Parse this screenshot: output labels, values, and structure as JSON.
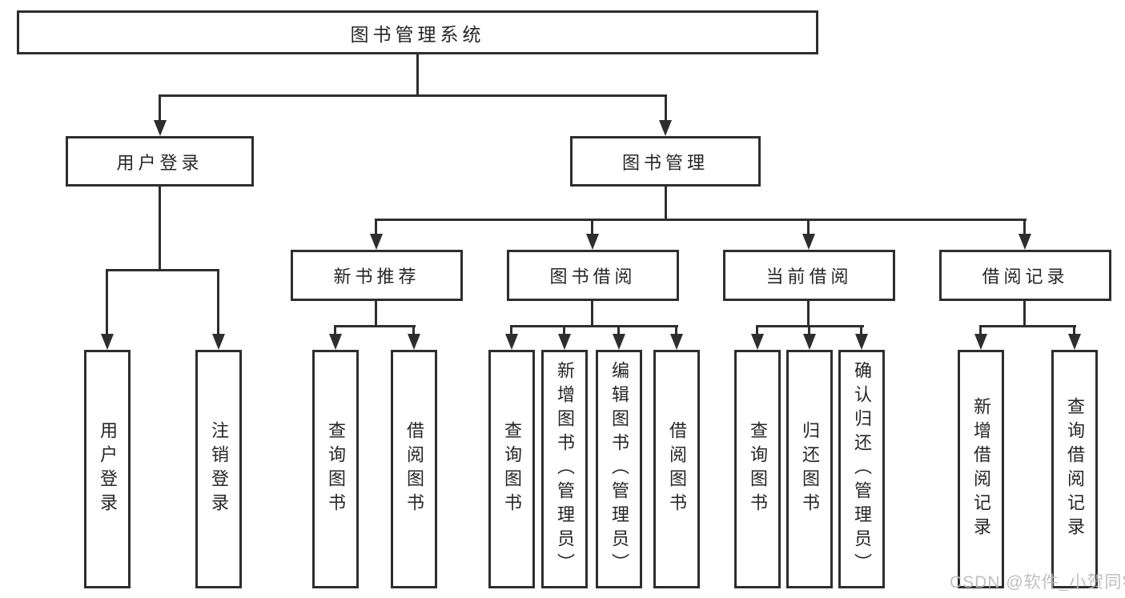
{
  "tree": {
    "root": "图书管理系统",
    "children": [
      {
        "label": "用户登录",
        "children": [
          "用户登录",
          "注销登录"
        ]
      },
      {
        "label": "图书管理",
        "children": [
          {
            "label": "新书推荐",
            "children": [
              "查询图书",
              "借阅图书"
            ]
          },
          {
            "label": "图书借阅",
            "children": [
              "查询图书",
              "新增图书（管理员）",
              "编辑图书（管理员）",
              "借阅图书"
            ]
          },
          {
            "label": "当前借阅",
            "children": [
              "查询图书",
              "归还图书",
              "确认归还（管理员）"
            ]
          },
          {
            "label": "借阅记录",
            "children": [
              "新增借阅记录",
              "查询借阅记录"
            ]
          }
        ]
      }
    ]
  },
  "watermark": {
    "text": "CSDN @软件_小贺同学"
  },
  "colors": {
    "line": "#2e2e2e",
    "text": "#262626",
    "watermark": "#bababa",
    "background": "#ffffff"
  }
}
